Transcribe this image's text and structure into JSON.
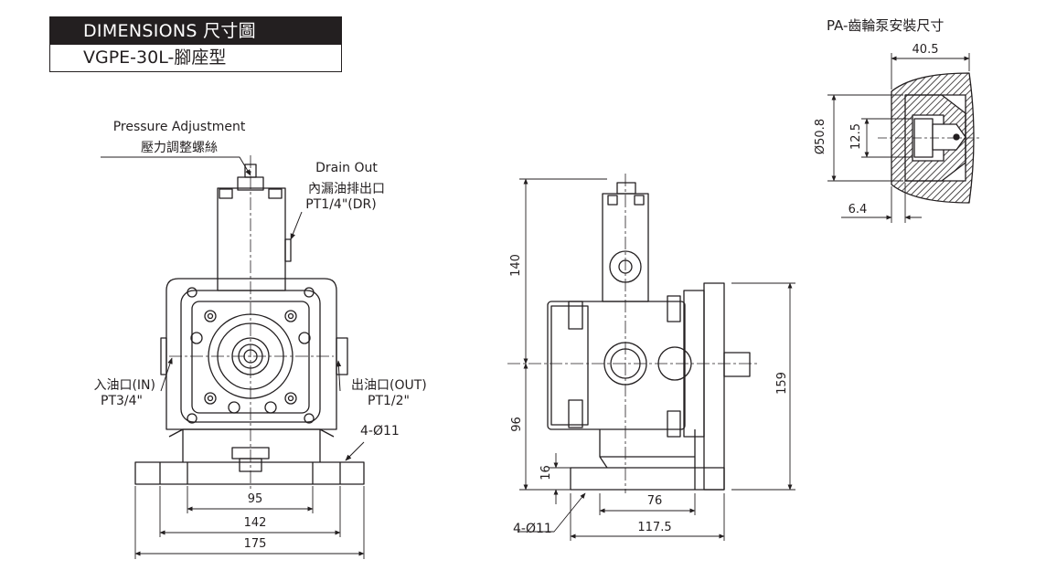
{
  "title": {
    "heading": "DIMENSIONS  尺寸圖",
    "model": "VGPE-30L-腳座型"
  },
  "labels": {
    "pressure_adjustment_en": "Pressure  Adjustment",
    "pressure_adjustment_zh": "壓力調整螺絲",
    "drain_out_en": "Drain  Out",
    "drain_out_zh": "內漏油排出口",
    "drain_out_spec": "PT1/4\"(DR)",
    "inlet_zh": "入油口(IN)",
    "inlet_spec": "PT3/4\"",
    "outlet_zh": "出油口(OUT)",
    "outlet_spec": "PT1/2\"",
    "mount_holes_front": "4-Ø11",
    "mount_holes_side": "4-Ø11",
    "pa_title": "PA-齒輪泵安裝尺寸"
  },
  "dimensions": {
    "front_95": "95",
    "front_142": "142",
    "front_175": "175",
    "side_140": "140",
    "side_96": "96",
    "side_16": "16",
    "side_159": "159",
    "side_76": "76",
    "side_117_5": "117.5",
    "pa_40_5": "40.5",
    "pa_50_8": "Ø50.8",
    "pa_12_5": "12.5",
    "pa_6_4": "6.4"
  },
  "colors": {
    "line": "#231f20",
    "hatch": "#231f20",
    "title_bg": "#231f20",
    "title_fg": "#ffffff"
  }
}
